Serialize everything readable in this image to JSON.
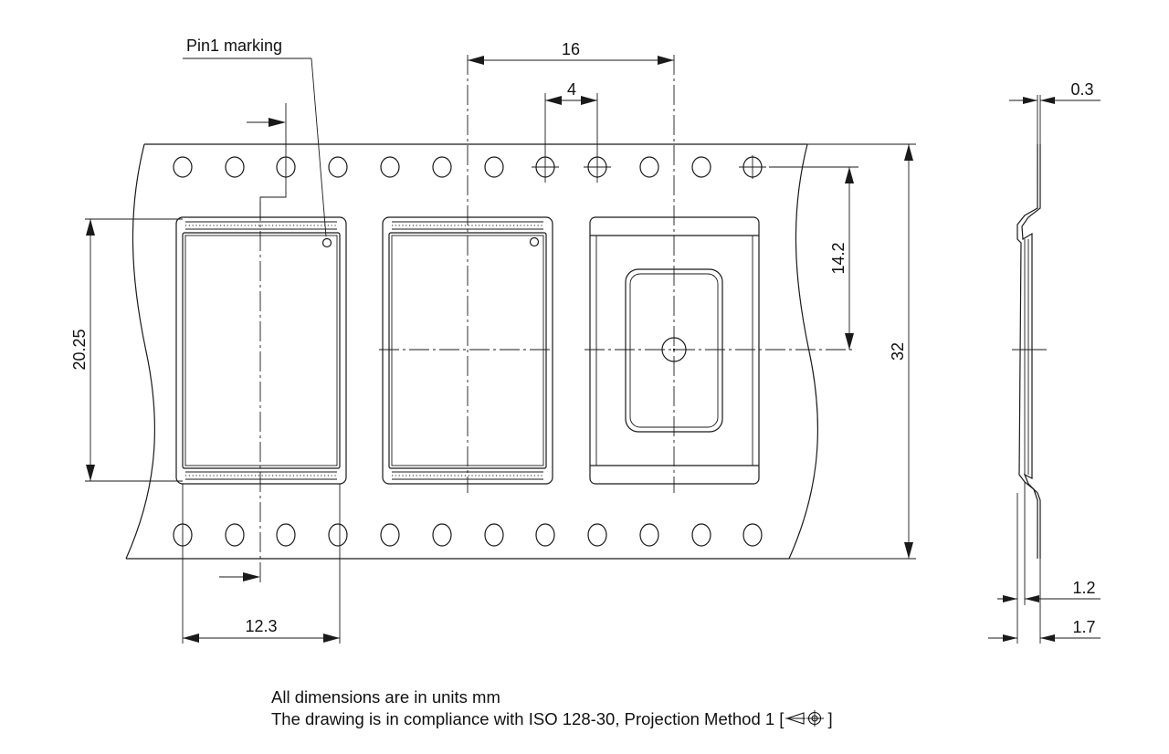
{
  "labels": {
    "pin1": "Pin1 marking",
    "pitch": "16",
    "sprocket_pitch": "4",
    "hole_offset": "14.2",
    "tape_width": "32",
    "pocket_length": "20.25",
    "pocket_width": "12.3",
    "thickness_top": "0.3",
    "thickness_mid": "1.2",
    "thickness_bottom": "1.7"
  },
  "notes": {
    "line1": "All dimensions are in units mm",
    "line2": "The drawing is in compliance with ISO 128-30, Projection Method 1 [",
    "line2_end": "]"
  },
  "icons": [
    "projection-method-1-icon",
    "dimension-arrow-icon"
  ]
}
